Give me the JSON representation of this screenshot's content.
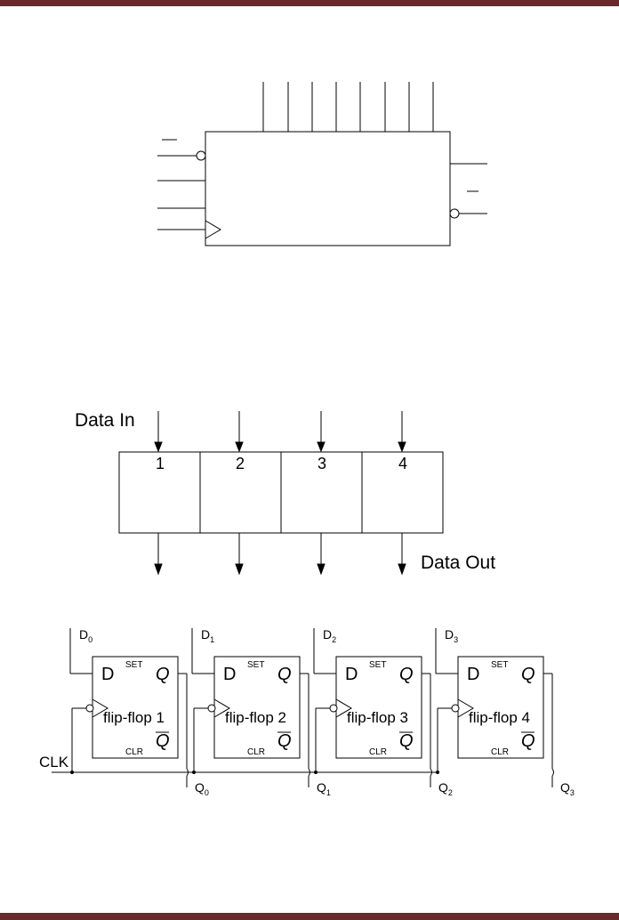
{
  "theme": {
    "bar_color": "#6a2a2a",
    "line_color": "#000000"
  },
  "shift_register_diagram": {
    "data_in_label": "Data In",
    "data_out_label": "Data Out",
    "cells": [
      "1",
      "2",
      "3",
      "4"
    ]
  },
  "flip_flop_chain": {
    "clock_label": "CLK",
    "flip_flops": [
      {
        "d_label": "D",
        "d_sub": "0",
        "q_label": "Q",
        "q_sub": "0",
        "name": "flip-flop 1",
        "set": "SET",
        "clr": "CLR",
        "pin_d": "D",
        "pin_q": "Q",
        "pin_qbar": "Q"
      },
      {
        "d_label": "D",
        "d_sub": "1",
        "q_label": "Q",
        "q_sub": "1",
        "name": "flip-flop 2",
        "set": "SET",
        "clr": "CLR",
        "pin_d": "D",
        "pin_q": "Q",
        "pin_qbar": "Q"
      },
      {
        "d_label": "D",
        "d_sub": "2",
        "q_label": "Q",
        "q_sub": "2",
        "name": "flip-flop 3",
        "set": "SET",
        "clr": "CLR",
        "pin_d": "D",
        "pin_q": "Q",
        "pin_qbar": "Q"
      },
      {
        "d_label": "D",
        "d_sub": "3",
        "q_label": "Q",
        "q_sub": "3",
        "name": "flip-flop 4",
        "set": "SET",
        "clr": "CLR",
        "pin_d": "D",
        "pin_q": "Q",
        "pin_qbar": "Q"
      }
    ]
  }
}
